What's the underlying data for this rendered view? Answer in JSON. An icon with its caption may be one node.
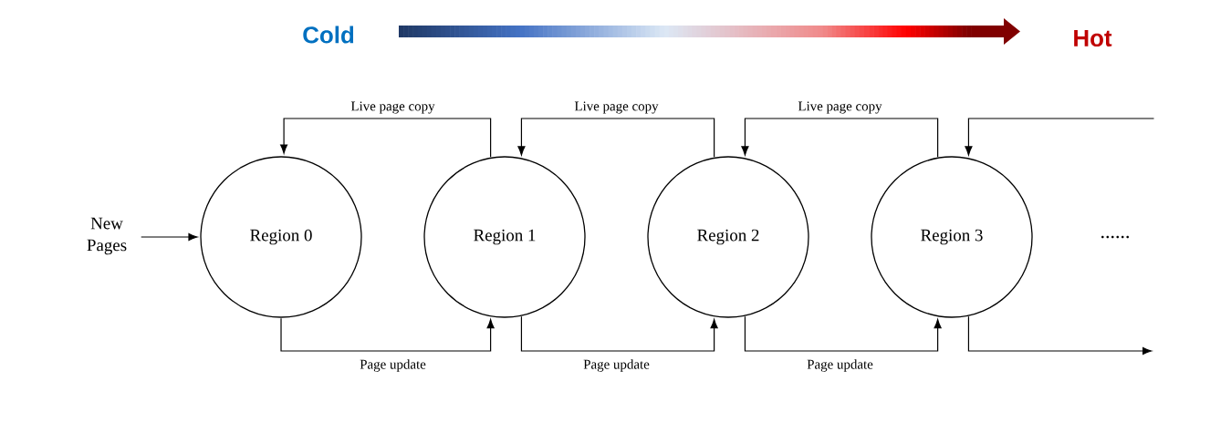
{
  "diagram": {
    "nodes": [
      {
        "text": [
          "New Pages"
        ]
      },
      {
        "text": [
          "Region 0"
        ]
      },
      {
        "text": [
          "Region 1"
        ]
      },
      {
        "text": [
          "Region 2"
        ]
      },
      {
        "text": [
          "Region 3"
        ]
      }
    ],
    "edges": [
      {
        "from": 0,
        "to": 1,
        "arrow": "to"
      },
      {
        "from": 2,
        "to": 1,
        "arrow": "to",
        "label": "Live page copy"
      },
      {
        "from": 3,
        "to": 2,
        "arrow": "to",
        "label": "Live page copy"
      },
      {
        "from": 4,
        "to": 3,
        "arrow": "to",
        "label": "Live page copy"
      },
      {
        "from": null,
        "to": 4,
        "arrow": "to"
      },
      {
        "from": 1,
        "to": 2,
        "arrow": "to",
        "label": "Page update"
      },
      {
        "from": 2,
        "to": 3,
        "arrow": "to",
        "label": "Page update"
      },
      {
        "from": 3,
        "to": 4,
        "arrow": "to",
        "label": "Page update"
      },
      {
        "from": 4,
        "to": null,
        "arrow": "to"
      }
    ],
    "labels": [
      "Cold",
      "Hot",
      "......"
    ]
  }
}
